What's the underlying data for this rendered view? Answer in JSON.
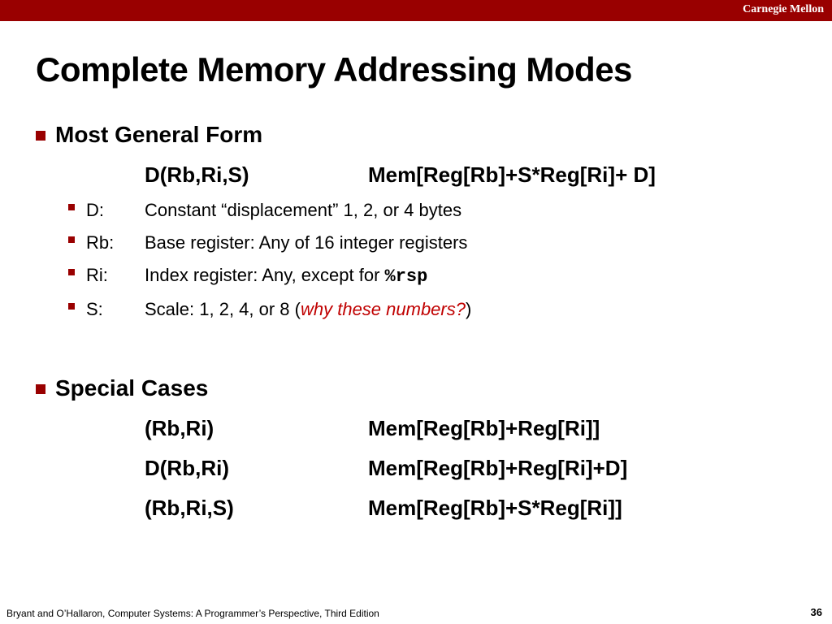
{
  "header": {
    "brand": "Carnegie Mellon"
  },
  "slide": {
    "title": "Complete Memory Addressing Modes",
    "general": {
      "heading": "Most General Form",
      "form_lhs": "D(Rb,Ri,S)",
      "form_rhs": "Mem[Reg[Rb]+S*Reg[Ri]+ D]",
      "items": [
        {
          "key": "D:",
          "desc": "Constant “displacement” 1, 2, or 4 bytes"
        },
        {
          "key": "Rb:",
          "desc": "Base register: Any of 16 integer registers"
        },
        {
          "key": "Ri:",
          "desc_prefix": "Index register: Any, except for ",
          "desc_code": "%rsp"
        },
        {
          "key": "S:",
          "desc_prefix": "Scale: 1, 2, 4, or 8 (",
          "desc_emph": "why these numbers?",
          "desc_suffix": ")"
        }
      ]
    },
    "special": {
      "heading": "Special Cases",
      "rows": [
        {
          "lhs": "(Rb,Ri)",
          "rhs": "Mem[Reg[Rb]+Reg[Ri]]"
        },
        {
          "lhs": "D(Rb,Ri)",
          "rhs": "Mem[Reg[Rb]+Reg[Ri]+D]"
        },
        {
          "lhs": "(Rb,Ri,S)",
          "rhs": "Mem[Reg[Rb]+S*Reg[Ri]]"
        }
      ]
    }
  },
  "footer": {
    "citation": "Bryant and O’Hallaron, Computer Systems: A Programmer’s Perspective, Third Edition",
    "page_number": "36"
  },
  "colors": {
    "accent": "#990000",
    "emphasis": "#c00000"
  }
}
